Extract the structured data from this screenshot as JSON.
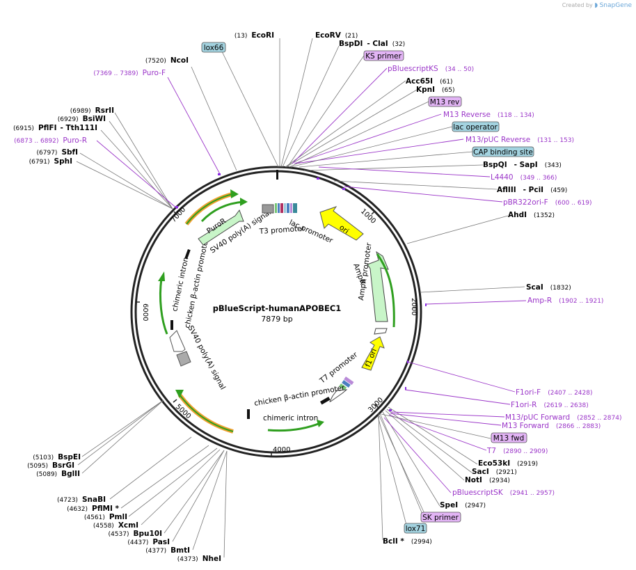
{
  "credit": {
    "prefix": "Created by",
    "brand": "SnapGene"
  },
  "plasmid": {
    "name": "pBlueScript-humanAPOBEC1",
    "length_label": "7879 bp",
    "length": 7879
  },
  "colors": {
    "site_line": "#777777",
    "primer": "#9a34c8",
    "primer_line": "#8a2be2",
    "box_primer_fill": "#e2b4f5",
    "box_feature_fill": "#a3d3e0",
    "ori": "#ffff00",
    "ampr": "#c8f5c8",
    "puro": "#c8f5c8",
    "intron_green": "#2f9f1f",
    "sv40_orange": "#f0a030",
    "gray_white": "#ffffff"
  },
  "ticks": [
    "1000",
    "2000",
    "3000",
    "4000",
    "5000",
    "6000",
    "7000"
  ],
  "left_sites": [
    {
      "pos": "(7520)",
      "name": "NcoI"
    },
    {
      "pos": "(7369 .. 7389)",
      "name": "Puro-F",
      "primer": true
    },
    {
      "pos": "(6989)",
      "name": "RsrII"
    },
    {
      "pos": "(6929)",
      "name": "BsiWI"
    },
    {
      "pos": "(6915)",
      "name": "PflFI",
      "extra": "- Tth111I"
    },
    {
      "pos": "(6873 .. 6892)",
      "name": "Puro-R",
      "primer": true
    },
    {
      "pos": "(6797)",
      "name": "SbfI"
    },
    {
      "pos": "(6791)",
      "name": "SphI"
    },
    {
      "pos": "(5103)",
      "name": "BspEI"
    },
    {
      "pos": "(5095)",
      "name": "BsrGI"
    },
    {
      "pos": "(5089)",
      "name": "BglII"
    },
    {
      "pos": "(4723)",
      "name": "SnaBI"
    },
    {
      "pos": "(4632)",
      "name": "PflMI *"
    },
    {
      "pos": "(4561)",
      "name": "PmlI"
    },
    {
      "pos": "(4558)",
      "name": "XcmI"
    },
    {
      "pos": "(4537)",
      "name": "Bpu10I"
    },
    {
      "pos": "(4437)",
      "name": "PasI"
    },
    {
      "pos": "(4377)",
      "name": "BmtI"
    },
    {
      "pos": "(4373)",
      "name": "NheI"
    }
  ],
  "top_sites": [
    {
      "pos": "(13)",
      "name": "EcoRI"
    },
    {
      "name": "EcoRV",
      "pos": "(21)"
    },
    {
      "name": "BspDI",
      "extra": "- ClaI",
      "pos": "(32)"
    }
  ],
  "right_sites": [
    {
      "name": "KS primer",
      "box": "primer"
    },
    {
      "name": "pBluescriptKS",
      "range": "(34 .. 50)",
      "primer": true
    },
    {
      "name": "Acc65I",
      "pos": "(61)"
    },
    {
      "name": "KpnI",
      "pos": "(65)"
    },
    {
      "name": "M13 rev",
      "box": "primer"
    },
    {
      "name": "M13 Reverse",
      "range": "(118 .. 134)",
      "primer": true
    },
    {
      "name": "lac operator",
      "box": "feature"
    },
    {
      "name": "M13/pUC Reverse",
      "range": "(131 .. 153)",
      "primer": true
    },
    {
      "name": "CAP binding site",
      "box": "feature"
    },
    {
      "name": "BspQI",
      "extra": "- SapI",
      "pos": "(343)"
    },
    {
      "name": "L4440",
      "range": "(349 .. 366)",
      "primer": true
    },
    {
      "name": "AflIII",
      "extra": "- PciI",
      "pos": "(459)"
    },
    {
      "name": "pBR322ori-F",
      "range": "(600 .. 619)",
      "primer": true
    },
    {
      "name": "AhdI",
      "pos": "(1352)"
    },
    {
      "name": "ScaI",
      "pos": "(1832)"
    },
    {
      "name": "Amp-R",
      "range": "(1902 .. 1921)",
      "primer": true
    },
    {
      "name": "F1ori-F",
      "range": "(2407 .. 2428)",
      "primer": true
    },
    {
      "name": "F1ori-R",
      "range": "(2619 .. 2638)",
      "primer": true
    },
    {
      "name": "M13/pUC Forward",
      "range": "(2852 .. 2874)",
      "primer": true
    },
    {
      "name": "M13 Forward",
      "range": "(2866 .. 2883)",
      "primer": true
    },
    {
      "name": "M13 fwd",
      "box": "primer"
    },
    {
      "name": "T7",
      "range": "(2890 .. 2909)",
      "primer": true
    },
    {
      "name": "Eco53kI",
      "pos": "(2919)"
    },
    {
      "name": "SacI",
      "pos": "(2921)"
    },
    {
      "name": "NotI",
      "pos": "(2934)"
    },
    {
      "name": "pBluescriptSK",
      "range": "(2941 .. 2957)",
      "primer": true
    },
    {
      "name": "SpeI",
      "pos": "(2947)"
    },
    {
      "name": "SK primer",
      "box": "primer"
    },
    {
      "name": "lox71",
      "box": "feature"
    },
    {
      "name": "BclI *",
      "pos": "(2994)"
    }
  ],
  "top_boxes": [
    {
      "name": "lox66",
      "box": "feature"
    }
  ],
  "features": {
    "ori": "ori",
    "ampr": "AmpR",
    "ampr_promoter": "AmpR promoter",
    "f1_ori": "f1 ori",
    "t7_promoter": "T7 promoter",
    "cba_promoter_1": "chicken β-actin promoter",
    "chimeric_intron_1": "chimeric intron",
    "cba_promoter_2": "chicken β-actin promoter",
    "chimeric_intron_2": "chimeric intron",
    "sv40_polya_1": "SV40 poly(A) signal",
    "sv40_polya_2": "SV40 poly(A) signal",
    "puror": "PuroR",
    "lac_promoter": "lac promoter",
    "t3_promoter": "T3 promoter"
  }
}
